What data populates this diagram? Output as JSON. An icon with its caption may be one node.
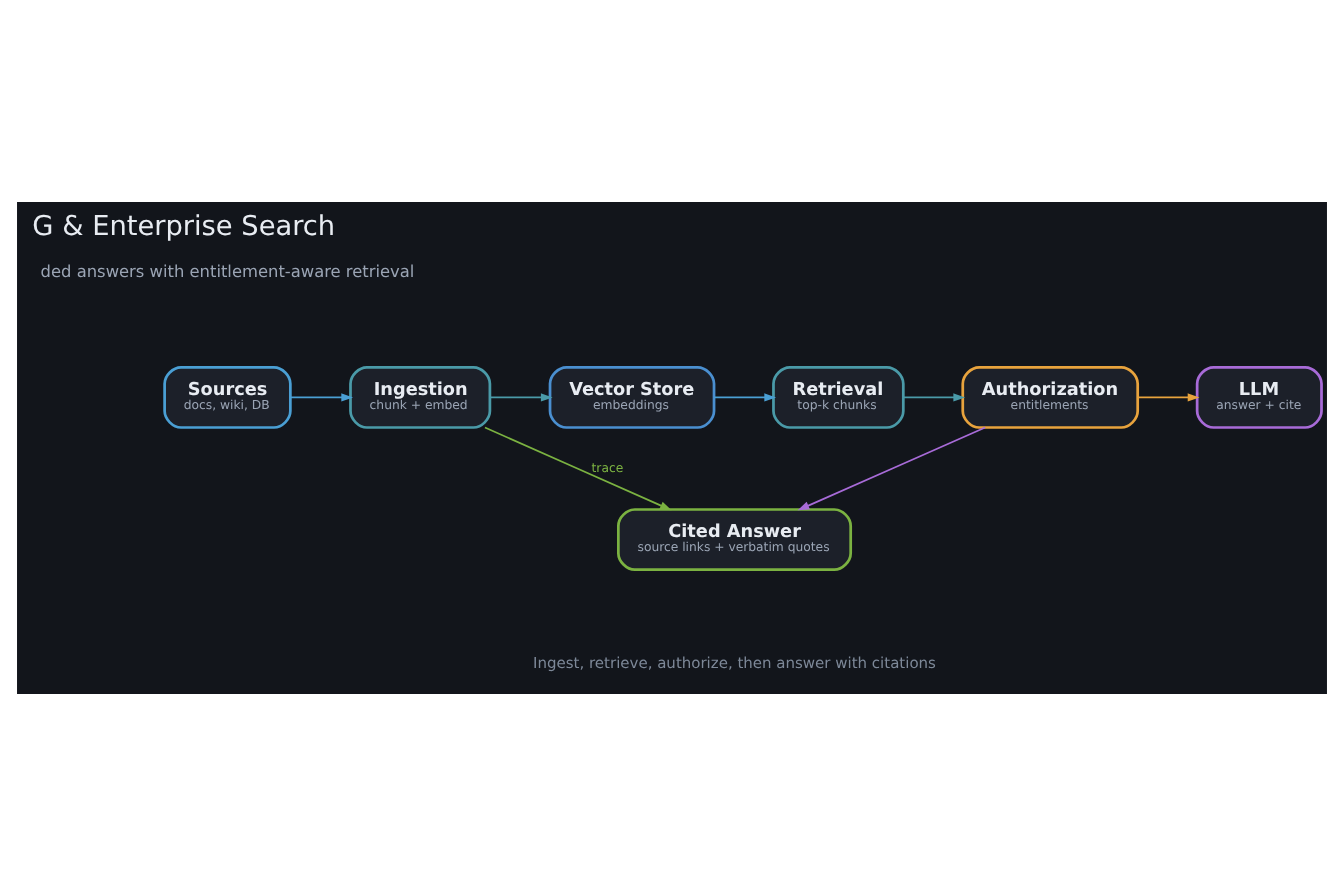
{
  "diagram": {
    "title": "G & Enterprise Search",
    "caption": "Ingest, retrieve, authorize, then answer with citations",
    "nodes": [
      {
        "text": [
          "Sources",
          "docs, wiki, DB"
        ]
      },
      {
        "text": [
          "Ingestion",
          "chunk + embed"
        ]
      },
      {
        "text": [
          "Vector Store",
          "embeddings"
        ]
      },
      {
        "text": [
          "Retrieval",
          "top-k chunks"
        ]
      },
      {
        "text": [
          "Authorization",
          "entitlements"
        ]
      },
      {
        "text": [
          "LLM",
          "answer + cite"
        ]
      },
      {
        "text": [
          "Cited Answer",
          "source links + verbatim quotes"
        ]
      }
    ],
    "edges": [
      {
        "from": 0,
        "to": 1,
        "arrow": "to",
        "color": "#4a9fd4"
      },
      {
        "from": 1,
        "to": 2,
        "arrow": "to",
        "color": "#4a9aa8"
      },
      {
        "from": 2,
        "to": 3,
        "arrow": "to",
        "color": "#4a9fd4"
      },
      {
        "from": 3,
        "to": 4,
        "arrow": "to",
        "color": "#4a9aa8"
      },
      {
        "from": 4,
        "to": 5,
        "arrow": "to",
        "color": "#e8a33d"
      },
      {
        "from": 1,
        "to": 6,
        "arrow": "to",
        "label": "trace",
        "color": "#7bb241"
      },
      {
        "from": 4,
        "to": 6,
        "arrow": "to",
        "color": "#a86bd8"
      }
    ],
    "labels": [
      "ded answers with entitlement-aware retrieval"
    ]
  }
}
